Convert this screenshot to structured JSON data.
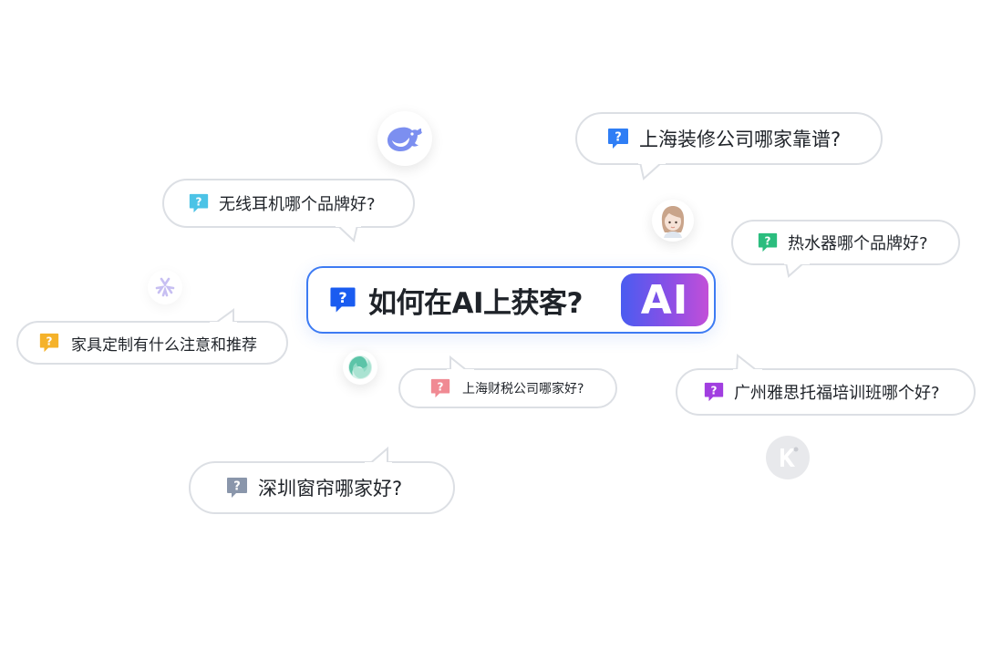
{
  "center": {
    "title": "如何在AI上获客?",
    "badge": "AI",
    "icon_color": "#1a5cf0",
    "border_color": "#3d7bf3"
  },
  "questions": [
    {
      "text": "上海装修公司哪家靠谱?",
      "icon_color": "#2f7ef5"
    },
    {
      "text": "无线耳机哪个品牌好?",
      "icon_color": "#4cc3e6"
    },
    {
      "text": "热水器哪个品牌好?",
      "icon_color": "#2bbd7e"
    },
    {
      "text": "家具定制有什么注意和推荐",
      "icon_color": "#f5b22a"
    },
    {
      "text": "上海财税公司哪家好?",
      "icon_color": "#f08a93"
    },
    {
      "text": "广州雅思托福培训班哪个好?",
      "icon_color": "#a13ee0"
    },
    {
      "text": "深圳窗帘哪家好?",
      "icon_color": "#8a96ab"
    }
  ],
  "question_mark": "?",
  "logos": [
    {
      "name": "deepseek-whale-icon",
      "color": "#7c8ff0"
    },
    {
      "name": "avatar-girl-icon",
      "color": "#c9a48a"
    },
    {
      "name": "spark-icon",
      "color": "#c7bff2"
    },
    {
      "name": "swirl-icon",
      "color": "#5cc4a8"
    },
    {
      "name": "kimi-k-icon",
      "color": "#c9cbd1"
    }
  ]
}
